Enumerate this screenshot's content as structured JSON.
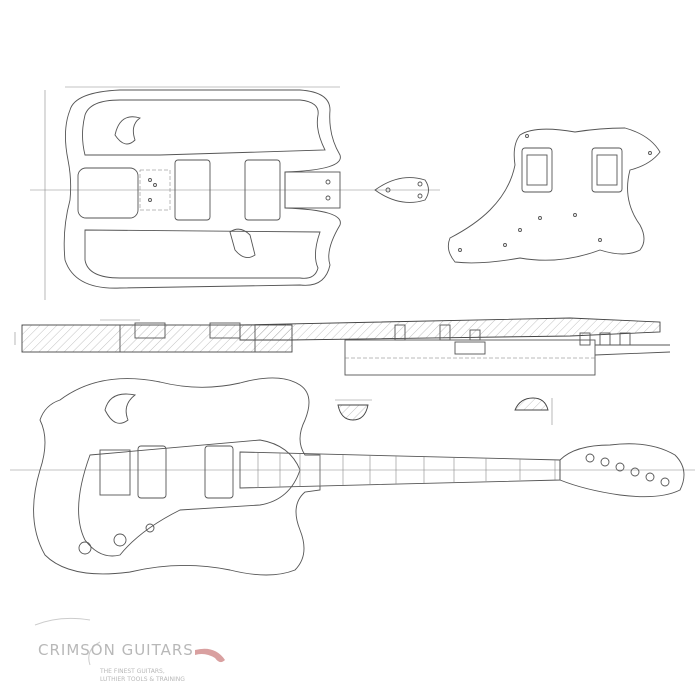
{
  "drawing": {
    "views": [
      "body-template-top",
      "pickguard",
      "neck-side-section",
      "guitar-front",
      "neck-profile-1",
      "neck-profile-2",
      "body-side"
    ]
  },
  "logo": {
    "name": "CRIMSON GUITARS",
    "tagline_1": "THE FINEST GUITARS,",
    "tagline_2": "LUTHIER TOOLS & TRAINING",
    "accent_color": "#c0392b"
  }
}
